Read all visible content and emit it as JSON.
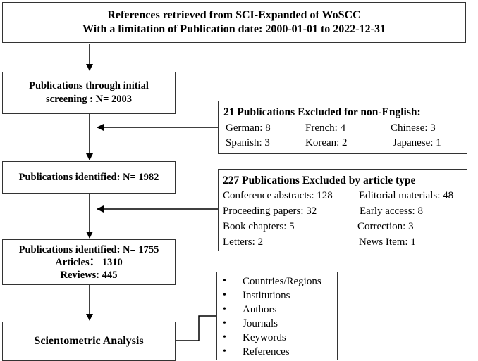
{
  "boxes": {
    "source": {
      "line1": "References retrieved from SCI-Expanded of WoSCC",
      "line2": "With a limitation of Publication date: 2000-01-01 to 2022-12-31"
    },
    "initial": {
      "line1": "Publications through initial",
      "line2": "screening : N= 2003"
    },
    "identified1": {
      "line1": "Publications identified: N= 1982"
    },
    "identified2": {
      "line1": "Publications identified: N= 1755",
      "line2": "Articles： 1310",
      "line3": "Reviews:  445"
    },
    "analysis": {
      "line1": "Scientometric  Analysis"
    },
    "exclude_lang": {
      "title": "21 Publications Excluded for non-English:",
      "items": [
        "German:  8",
        "French:  4",
        "Chinese:  3",
        "Spanish:  3",
        "Korean: 2",
        "Japanese:  1"
      ]
    },
    "exclude_type": {
      "title": "227 Publications Excluded by article type",
      "items": [
        "Conference abstracts: 128",
        "Editorial materials: 48",
        "Proceeding papers: 32",
        "Early access: 8",
        "Book chapters: 5",
        "Correction: 3",
        "Letters: 2",
        "News Item: 1"
      ]
    },
    "analysis_list": {
      "items": [
        "Countries/Regions",
        "Institutions",
        "Authors",
        "Journals",
        "Keywords",
        "References"
      ]
    }
  },
  "colors": {
    "line": "#000000",
    "border": "#333333"
  }
}
